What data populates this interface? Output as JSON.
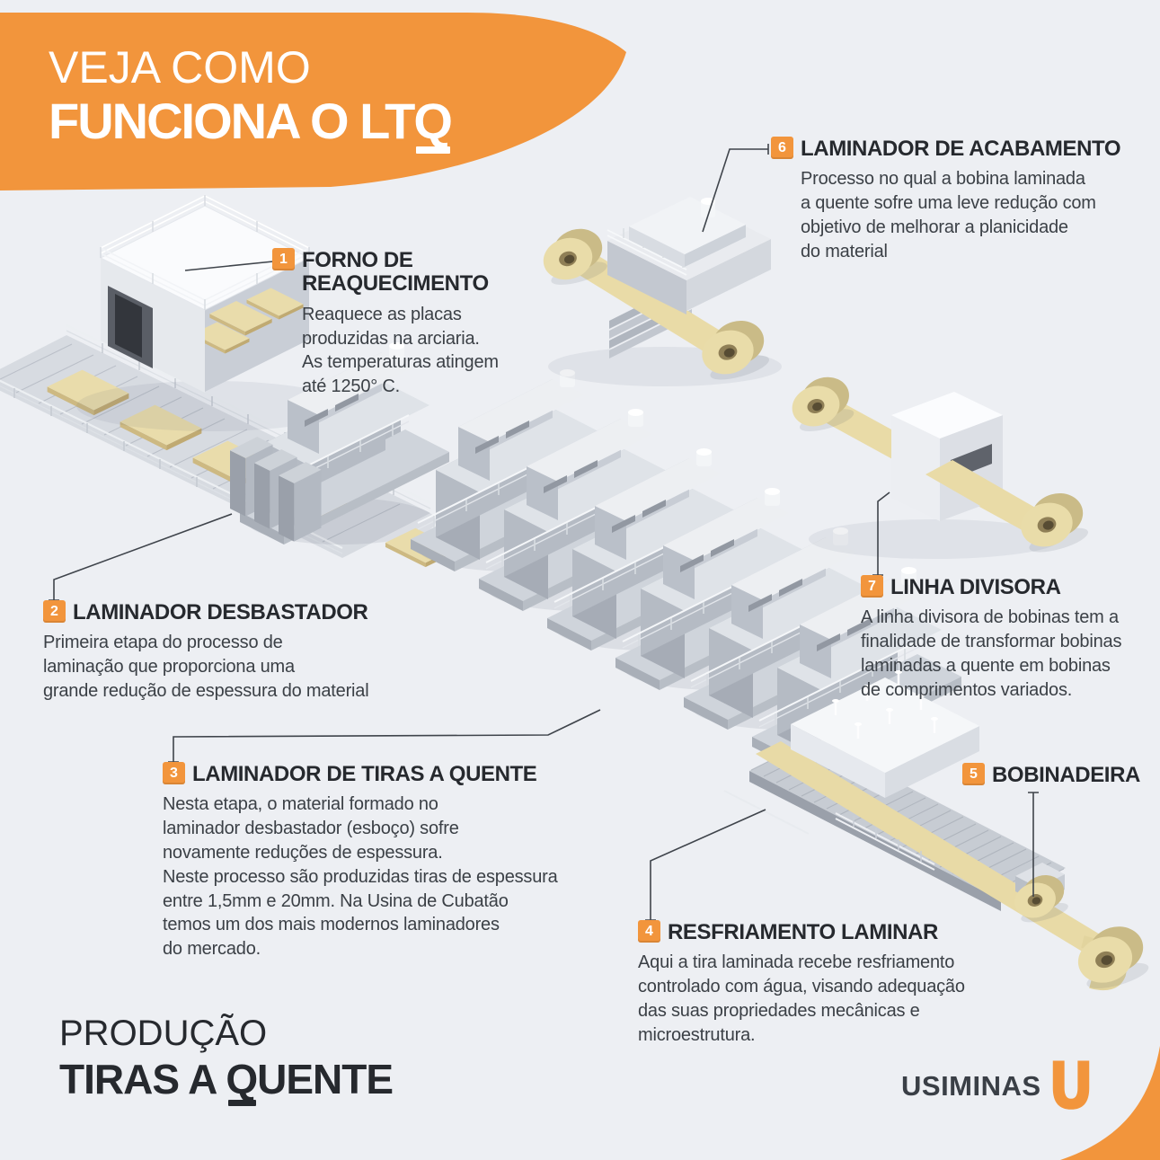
{
  "colors": {
    "accent": "#F2953C",
    "background": "#EDEFF3",
    "title_ink": "#26292E",
    "body_ink": "#3B4046",
    "slab_tan": "#E9DCAB",
    "machine_gray": "#B5BBC4"
  },
  "header": {
    "line1": "VEJA COMO",
    "line2_pre": "FUNCIONA O LT",
    "line2_q": "Q"
  },
  "callouts": [
    {
      "num": "1",
      "title": "FORNO DE\nREAQUECIMENTO",
      "body": "Reaquece as placas\nproduzidas na arciaria.\nAs temperaturas atingem\naté 1250° C."
    },
    {
      "num": "2",
      "title": "LAMINADOR DESBASTADOR",
      "body": "Primeira etapa do processo de\nlaminação que proporciona uma\ngrande redução de espessura do material"
    },
    {
      "num": "3",
      "title": "LAMINADOR DE TIRAS A QUENTE",
      "body": "Nesta etapa, o material formado no\nlaminador desbastador (esboço) sofre\nnovamente reduções de espessura.\nNeste processo são produzidas tiras de espessura\nentre 1,5mm e 20mm. Na Usina de Cubatão\ntemos um dos mais modernos laminadores\ndo mercado."
    },
    {
      "num": "4",
      "title": "RESFRIAMENTO LAMINAR",
      "body": "Aqui a tira laminada recebe resfriamento\ncontrolado com água, visando adequação\ndas suas propriedades mecânicas e\nmicroestrutura."
    },
    {
      "num": "5",
      "title": "BOBINADEIRA",
      "body": ""
    },
    {
      "num": "6",
      "title": "LAMINADOR DE ACABAMENTO",
      "body": "Processo no qual a bobina laminada\na quente sofre uma leve redução com\nobjetivo de melhorar a planicidade\ndo material"
    },
    {
      "num": "7",
      "title": "LINHA DIVISORA",
      "body": "A linha divisora de bobinas tem a\nfinalidade de transformar bobinas\nlaminadas a quente em bobinas\nde comprimentos variados."
    }
  ],
  "footer": {
    "line1": "PRODUÇÃO",
    "line2_pre": "TIRAS A ",
    "line2_q": "Q",
    "line2_post": "UENTE",
    "brand": "USIMINAS"
  }
}
